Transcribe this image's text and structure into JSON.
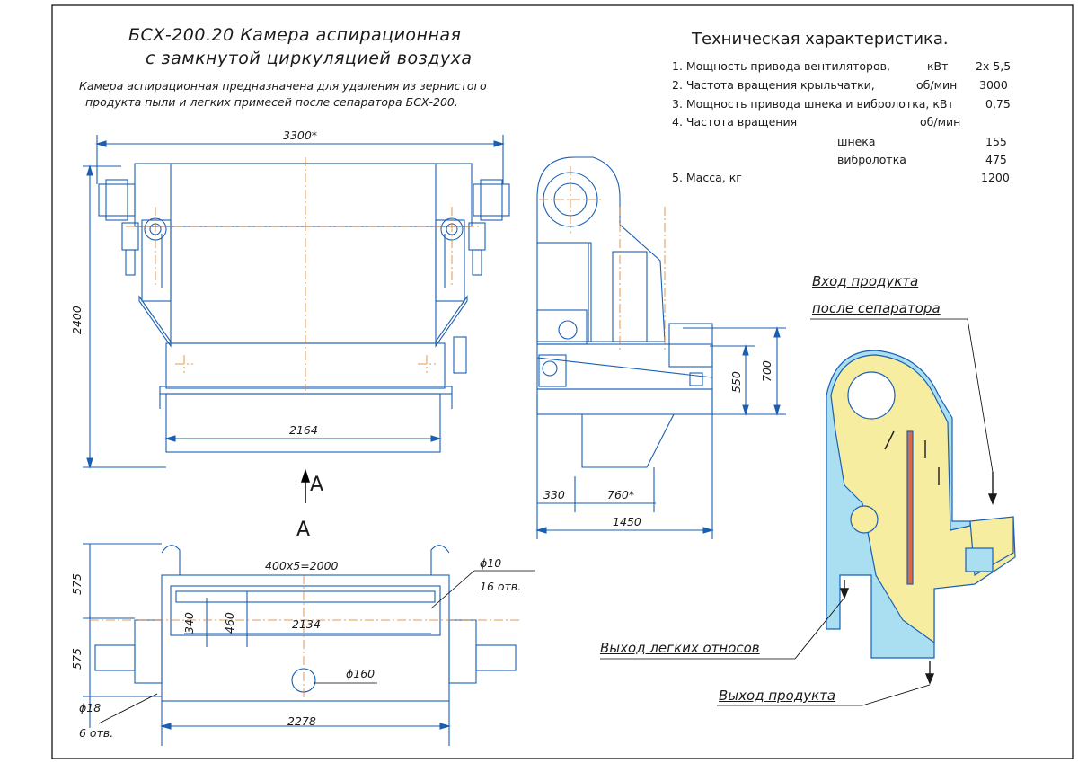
{
  "title": {
    "line1": "БСХ-200.20      Камера аспирационная",
    "line2": "с замкнутой циркуляцией воздуха"
  },
  "description": {
    "line1": "Камера аспирационная предназначена для удаления из зернистого",
    "line2": "продукта пыли и легких примесей после сепаратора БСХ-200."
  },
  "specs": {
    "heading": "Техническая характеристика.",
    "rows": [
      {
        "label": "1. Мощность привода вентиляторов,",
        "unit": "кВт",
        "value": "2х 5,5"
      },
      {
        "label": "2. Частота вращения крыльчатки,",
        "unit": "об/мин",
        "value": "3000"
      },
      {
        "label": "3. Мощность привода шнека и вибролотка, кВт",
        "unit": "",
        "value": "0,75"
      },
      {
        "label": "4. Частота вращения",
        "unit": "об/мин",
        "value": ""
      },
      {
        "label": "шнека",
        "unit": "",
        "value": "155"
      },
      {
        "label": "вибролотка",
        "unit": "",
        "value": "475"
      },
      {
        "label": "5. Масса, кг",
        "unit": "",
        "value": "1200"
      }
    ]
  },
  "dimensions": {
    "front_width": "3300*",
    "front_height": "2400",
    "front_inner": "2164",
    "side_h1": "550",
    "side_h2": "700",
    "side_w1": "330",
    "side_w2": "760*",
    "side_total": "1450",
    "plan_slots": "400х5=2000",
    "plan_hole": "ϕ10",
    "plan_hole_count": "16 отв.",
    "plan_h1": "575",
    "plan_h2": "575",
    "plan_inner_h1": "340",
    "plan_inner_h2": "460",
    "plan_inner_w": "2134",
    "plan_circle": "ϕ160",
    "plan_bolt": "ϕ18",
    "plan_bolt_count": "6 отв.",
    "plan_total_w": "2278"
  },
  "view_labels": {
    "arrow": "A",
    "section": "A"
  },
  "flow_labels": {
    "input_line1": "Вход продукта",
    "input_line2": "после сепаратора",
    "light_out": "Выход легких относов",
    "product_out": "Выход продукта"
  },
  "colors": {
    "line": "#1a5fb4",
    "axis": "#e07a1f",
    "flow_fill": "#f6eda0",
    "air_fill": "#a9dff0",
    "border": "#000000"
  }
}
